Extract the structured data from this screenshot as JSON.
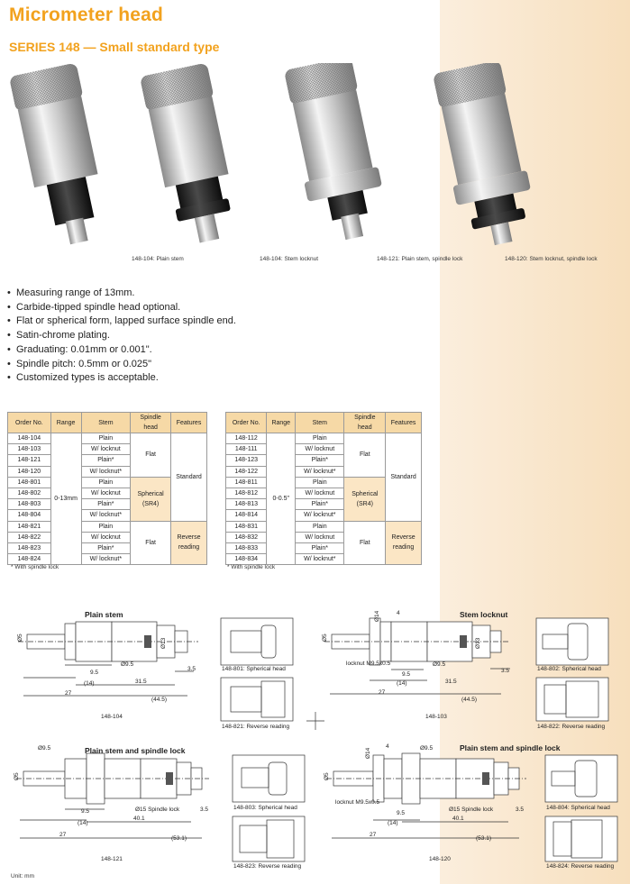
{
  "title": "Micrometer head",
  "subtitle": "SERIES 148 — Small standard type",
  "photos": [
    {
      "caption": "148-104: Plain stem"
    },
    {
      "caption": "148-104: Stem locknut"
    },
    {
      "caption": "148-121: Plain stem, spindle lock"
    },
    {
      "caption": "148-120: Stem locknut, spindle lock"
    }
  ],
  "features": [
    "Measuring range of 13mm.",
    "Carbide-tipped spindle head optional.",
    "Flat or spherical form, lapped surface spindle end.",
    "Satin-chrome plating.",
    "Graduating: 0.01mm or 0.001\".",
    "Spindle pitch: 0.5mm or 0.025\"",
    "Customized types is acceptable."
  ],
  "table_headers": [
    "Order No.",
    "Range",
    "Stem",
    "Spindle head",
    "Features"
  ],
  "table_left": {
    "order_nos": [
      "148-104",
      "148-103",
      "148-121",
      "148-120",
      "148-801",
      "148-802",
      "148-803",
      "148-804",
      "148-821",
      "148-822",
      "148-823",
      "148-824"
    ],
    "stems": [
      "Plain",
      "W/ locknut",
      "Plain*",
      "W/ locknut*",
      "Plain",
      "W/ locknut",
      "Plain*",
      "W/ locknut*",
      "Plain",
      "W/ locknut",
      "Plain*",
      "W/ locknut*"
    ],
    "range": "0-13mm",
    "heads": [
      "Flat",
      "Spherical (SR4)",
      "Flat"
    ],
    "features": [
      "Standard",
      "Reverse reading"
    ]
  },
  "table_right": {
    "order_nos": [
      "148-112",
      "148-111",
      "148-123",
      "148-122",
      "148-811",
      "148-812",
      "148-813",
      "148-814",
      "148-831",
      "148-832",
      "148-833",
      "148-834"
    ],
    "stems": [
      "Plain",
      "W/ locknut",
      "Plain*",
      "W/ locknut*",
      "Plain",
      "W/ locknut",
      "Plain*",
      "W/ locknut*",
      "Plain",
      "W/ locknut",
      "Plain*",
      "W/ locknut*"
    ],
    "range": "0-0.5\"",
    "heads": [
      "Flat",
      "Spherical (SR4)",
      "Flat"
    ],
    "features": [
      "Standard",
      "Reverse reading"
    ]
  },
  "footnote": "* With spindle lock",
  "drawings": {
    "plain_stem": {
      "title": "Plain stem",
      "model": "148-104",
      "dims": [
        "9.5",
        "(14)",
        "31.5",
        "27",
        "(44.5)",
        "3.5",
        "Ø5",
        "Ø9.5",
        "Ø13"
      ],
      "variants": [
        "148-801: Spherical head",
        "148-821: Reverse reading"
      ]
    },
    "stem_locknut": {
      "title": "Stem locknut",
      "model": "148-103",
      "dims": [
        "Ø14",
        "4",
        "9.5",
        "(14)",
        "31.5",
        "27",
        "(44.5)",
        "3.5",
        "Ø5",
        "Ø9.5",
        "Ø13"
      ],
      "locknut": "locknut M9.5x0.5",
      "variants": [
        "148-802: Spherical head",
        "148-822: Reverse reading"
      ]
    },
    "plain_stem_lock": {
      "title": "Plain stem and spindle lock",
      "model": "148-121",
      "dims": [
        "Ø9.5",
        "9.5",
        "(14)",
        "40.1",
        "27",
        "(53.1)",
        "3.5",
        "Ø5",
        "Ø15 Spindle lock"
      ],
      "variants": [
        "148-803: Spherical head",
        "148-823: Reverse reading"
      ]
    },
    "stem_locknut_lock": {
      "title": "Plain stem and spindle lock",
      "model": "148-120",
      "dims": [
        "Ø14",
        "4",
        "Ø9.5",
        "9.5",
        "(14)",
        "40.1",
        "27",
        "(53.1)",
        "3.5",
        "Ø5",
        "Ø15 Spindle lock"
      ],
      "locknut": "locknut M9.5x0.5",
      "variants": [
        "148-804: Spherical head",
        "148-824: Reverse reading"
      ]
    }
  },
  "unit": "Unit: mm",
  "colors": {
    "accent": "#f2a21e",
    "header_fill": "#f6d9a6",
    "band": "#f7dfbd"
  }
}
